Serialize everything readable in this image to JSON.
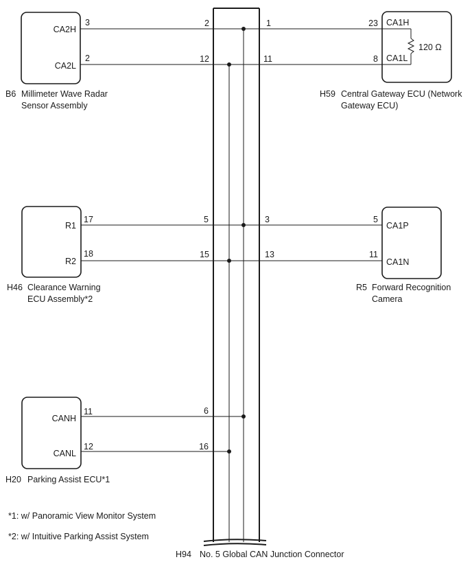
{
  "components": {
    "b6": {
      "code": "B6",
      "name_line1": "Millimeter Wave Radar",
      "name_line2": "Sensor Assembly",
      "terminals": [
        {
          "label": "CA2H",
          "pin": "3"
        },
        {
          "label": "CA2L",
          "pin": "2"
        }
      ]
    },
    "h59": {
      "code": "H59",
      "name_line1": "Central Gateway ECU (Network",
      "name_line2": "Gateway ECU)",
      "terminals": [
        {
          "label": "CA1H",
          "pin": "23"
        },
        {
          "label": "CA1L",
          "pin": "8"
        }
      ],
      "resistor": "120 Ω"
    },
    "h46": {
      "code": "H46",
      "name_line1": "Clearance Warning",
      "name_line2": "ECU Assembly*2",
      "terminals": [
        {
          "label": "R1",
          "pin": "17"
        },
        {
          "label": "R2",
          "pin": "18"
        }
      ]
    },
    "r5": {
      "code": "R5",
      "name_line1": "Forward Recognition",
      "name_line2": "Camera",
      "terminals": [
        {
          "label": "CA1P",
          "pin": "5"
        },
        {
          "label": "CA1N",
          "pin": "11"
        }
      ]
    },
    "h20": {
      "code": "H20",
      "name_line1": "Parking Assist ECU*1",
      "terminals": [
        {
          "label": "CANH",
          "pin": "11"
        },
        {
          "label": "CANL",
          "pin": "12"
        }
      ]
    },
    "h94": {
      "code": "H94",
      "name": "No. 5 Global CAN Junction Connector",
      "left_pins": [
        "2",
        "12",
        "5",
        "15",
        "6",
        "16"
      ],
      "right_pins": [
        "1",
        "11",
        "3",
        "13"
      ]
    }
  },
  "notes": [
    "*1: w/ Panoramic View Monitor System",
    "*2: w/ Intuitive Parking Assist System"
  ]
}
